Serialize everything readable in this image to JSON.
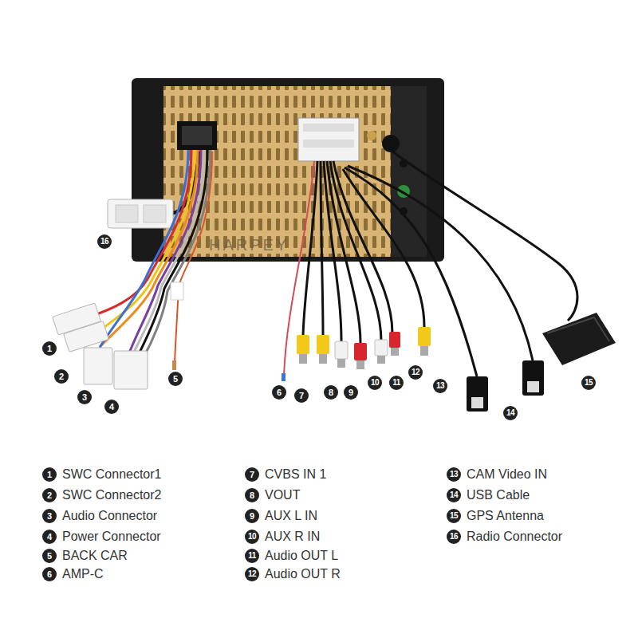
{
  "diagram": {
    "labels": [
      "16",
      "1",
      "2",
      "3",
      "4",
      "5",
      "6",
      "7",
      "8",
      "9",
      "10",
      "11",
      "12",
      "13",
      "14",
      "15",
      "HARPEY",
      "1",
      "SWC Connector1",
      "2",
      "SWC Connector2",
      "3",
      "Audio Connector",
      "4",
      "Power Connector",
      "5",
      "BACK CAR",
      "6",
      "AMP-C",
      "7",
      "CVBS IN 1",
      "8",
      "VOUT",
      "9",
      "AUX L IN",
      "10",
      "AUX R IN",
      "11",
      "Audio OUT L",
      "12",
      "Audio OUT R",
      "13",
      "CAM Video IN",
      "14",
      "USB Cable",
      "15",
      "GPS Antenna",
      "16",
      "Radio Connector"
    ]
  }
}
